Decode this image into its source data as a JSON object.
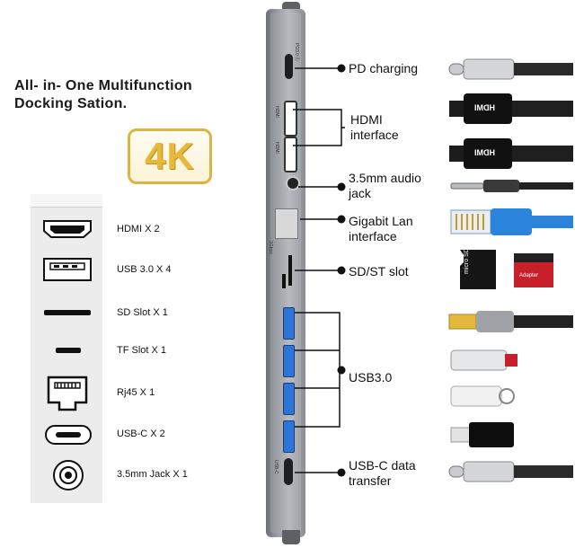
{
  "title_line1": "All- in- One Multifunction",
  "title_line2": "Docking Sation.",
  "badge": "4K",
  "specs": [
    {
      "label": "HDMI X 2",
      "icon": "hdmi-port-icon"
    },
    {
      "label": "USB 3.0 X 4",
      "icon": "usb-a-port-icon"
    },
    {
      "label": "SD Slot X 1",
      "icon": "sd-slot-icon"
    },
    {
      "label": "TF Slot X 1",
      "icon": "tf-slot-icon"
    },
    {
      "label": "Rj45 X 1",
      "icon": "rj45-port-icon"
    },
    {
      "label": "USB-C X 2",
      "icon": "usb-c-port-icon"
    },
    {
      "label": "3.5mm Jack X 1",
      "icon": "audio-jack-icon"
    }
  ],
  "callouts": {
    "pd": "PD charging",
    "hdmi": "HDMI\ninterface",
    "audio": "3.5mm audio\njack",
    "lan": "Gigabit Lan\ninterface",
    "sd": "SD/ST slot",
    "usb3": "USB3.0",
    "usbc": "USB-C data\ntransfer"
  },
  "port_labels": {
    "pd": "PD3.0 Ⓘ",
    "hdmi1": "HDMI",
    "hdmi2": "HDMI",
    "lan": "1Gbps",
    "usbc": "USB-C"
  },
  "cable_labels": {
    "hdmi1": "HDMI",
    "hdmi2": "HDMI",
    "microsd": "micro SD",
    "adapter": "Adapter"
  },
  "colors": {
    "gold": "#e6b93a",
    "usb_blue": "#2e74d6",
    "lan_blue": "#2b84d9",
    "sd_red": "#c8202a"
  }
}
